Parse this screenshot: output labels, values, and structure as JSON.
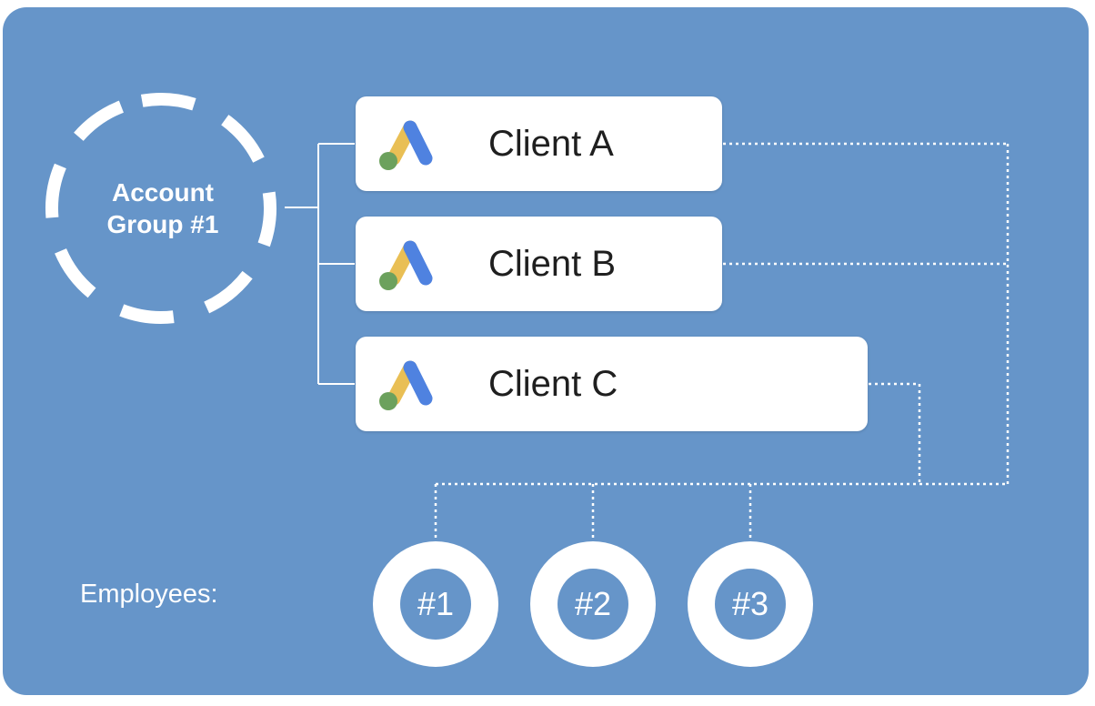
{
  "account_group": {
    "line1": "Account",
    "line2": "Group #1"
  },
  "clients": [
    {
      "name": "Client A",
      "logo": "google-ads-logo"
    },
    {
      "name": "Client B",
      "logo": "google-ads-logo"
    },
    {
      "name": "Client C",
      "logo": "google-ads-logo"
    }
  ],
  "employees": {
    "label": "Employees:",
    "items": [
      "#1",
      "#2",
      "#3"
    ]
  },
  "colors": {
    "background": "#6695c9",
    "card": "#ffffff",
    "logo_blue": "#4f82e0",
    "logo_yellow": "#e9bf55",
    "logo_green": "#6ca15d"
  }
}
